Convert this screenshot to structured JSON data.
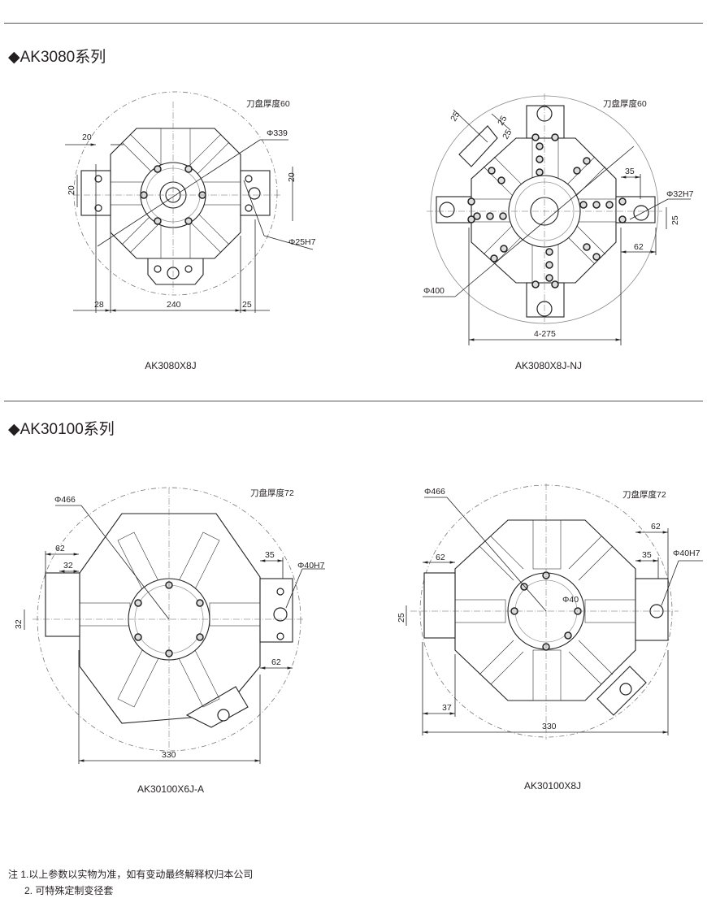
{
  "sections": [
    {
      "heading": "◆AK3080系列",
      "drawings": [
        {
          "model": "AK3080X8J",
          "thickness": "刀盘厚度60",
          "dims": {
            "dia": "Φ339",
            "top": "20",
            "left_v": "20",
            "right_v": "20",
            "bore": "Φ25H7",
            "left_w": "28",
            "width": "240",
            "right_w": "25"
          }
        },
        {
          "model": "AK3080X8J-NJ",
          "thickness": "刀盘厚度60",
          "dims": {
            "a": "25",
            "b": "25",
            "c": "25",
            "w35": "35",
            "bore": "Φ32H7",
            "v25": "25",
            "w62": "62",
            "dia": "Φ400",
            "span": "4-275"
          }
        }
      ]
    },
    {
      "heading": "◆AK30100系列",
      "drawings": [
        {
          "model": "AK30100X6J-A",
          "thickness": "刀盘厚度72",
          "dims": {
            "dia": "Φ466",
            "w62": "62",
            "w32": "32",
            "w35": "35",
            "bore": "Φ40H7",
            "v32": "32",
            "r62": "62",
            "width": "330"
          }
        },
        {
          "model": "AK30100X8J",
          "thickness": "刀盘厚度72",
          "dims": {
            "dia": "Φ466",
            "r62": "62",
            "l62": "62",
            "w35": "35",
            "bore": "Φ40H7",
            "center": "Φ40",
            "v25": "25",
            "w37": "37",
            "width": "330"
          }
        }
      ]
    }
  ],
  "notes": [
    "注 1.以上参数以实物为准，如有变动最终解释权归本公司",
    "2. 可特殊定制变径套"
  ]
}
